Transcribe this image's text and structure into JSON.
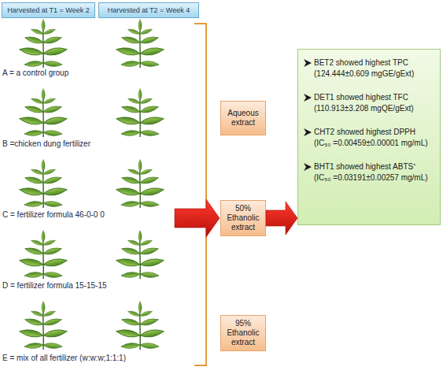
{
  "diagram": {
    "nodes": [
      {
        "text": [
          "Harvested at T1 = Week 2"
        ]
      },
      {
        "text": [
          "Harvested at T2 = Week 4"
        ]
      },
      {
        "text": [
          "Aqueous extract"
        ]
      },
      {
        "text": [
          "50% Ethanolic extract"
        ]
      },
      {
        "text": [
          "95% Ethanolic extract"
        ]
      },
      {
        "text": [
          "BET2 showed highest TPC (124.444±0.609 mgGE/gExt)",
          "DET1 showed highest TFC (110.913±3.208 mgQE/gExt)",
          "CHT2 showed highest DPPH (IC₅₀ =0.00459±0.00001 mg/mL)",
          "BHT1 showed highest ABTS⁺ (IC₅₀ =0.03191±0.00257 mg/mL)"
        ]
      }
    ],
    "edges": [
      {
        "from": 3,
        "to": 5,
        "arrow": "to"
      }
    ],
    "labels": [
      "A = a control group",
      "B =chicken dung fertilizer",
      "C = fertilizer formula 46-0-0 0",
      "D = fertilizer formula 15-15-15",
      "E = mix of all fertilizer (w:w:w;1:1:1)"
    ]
  }
}
